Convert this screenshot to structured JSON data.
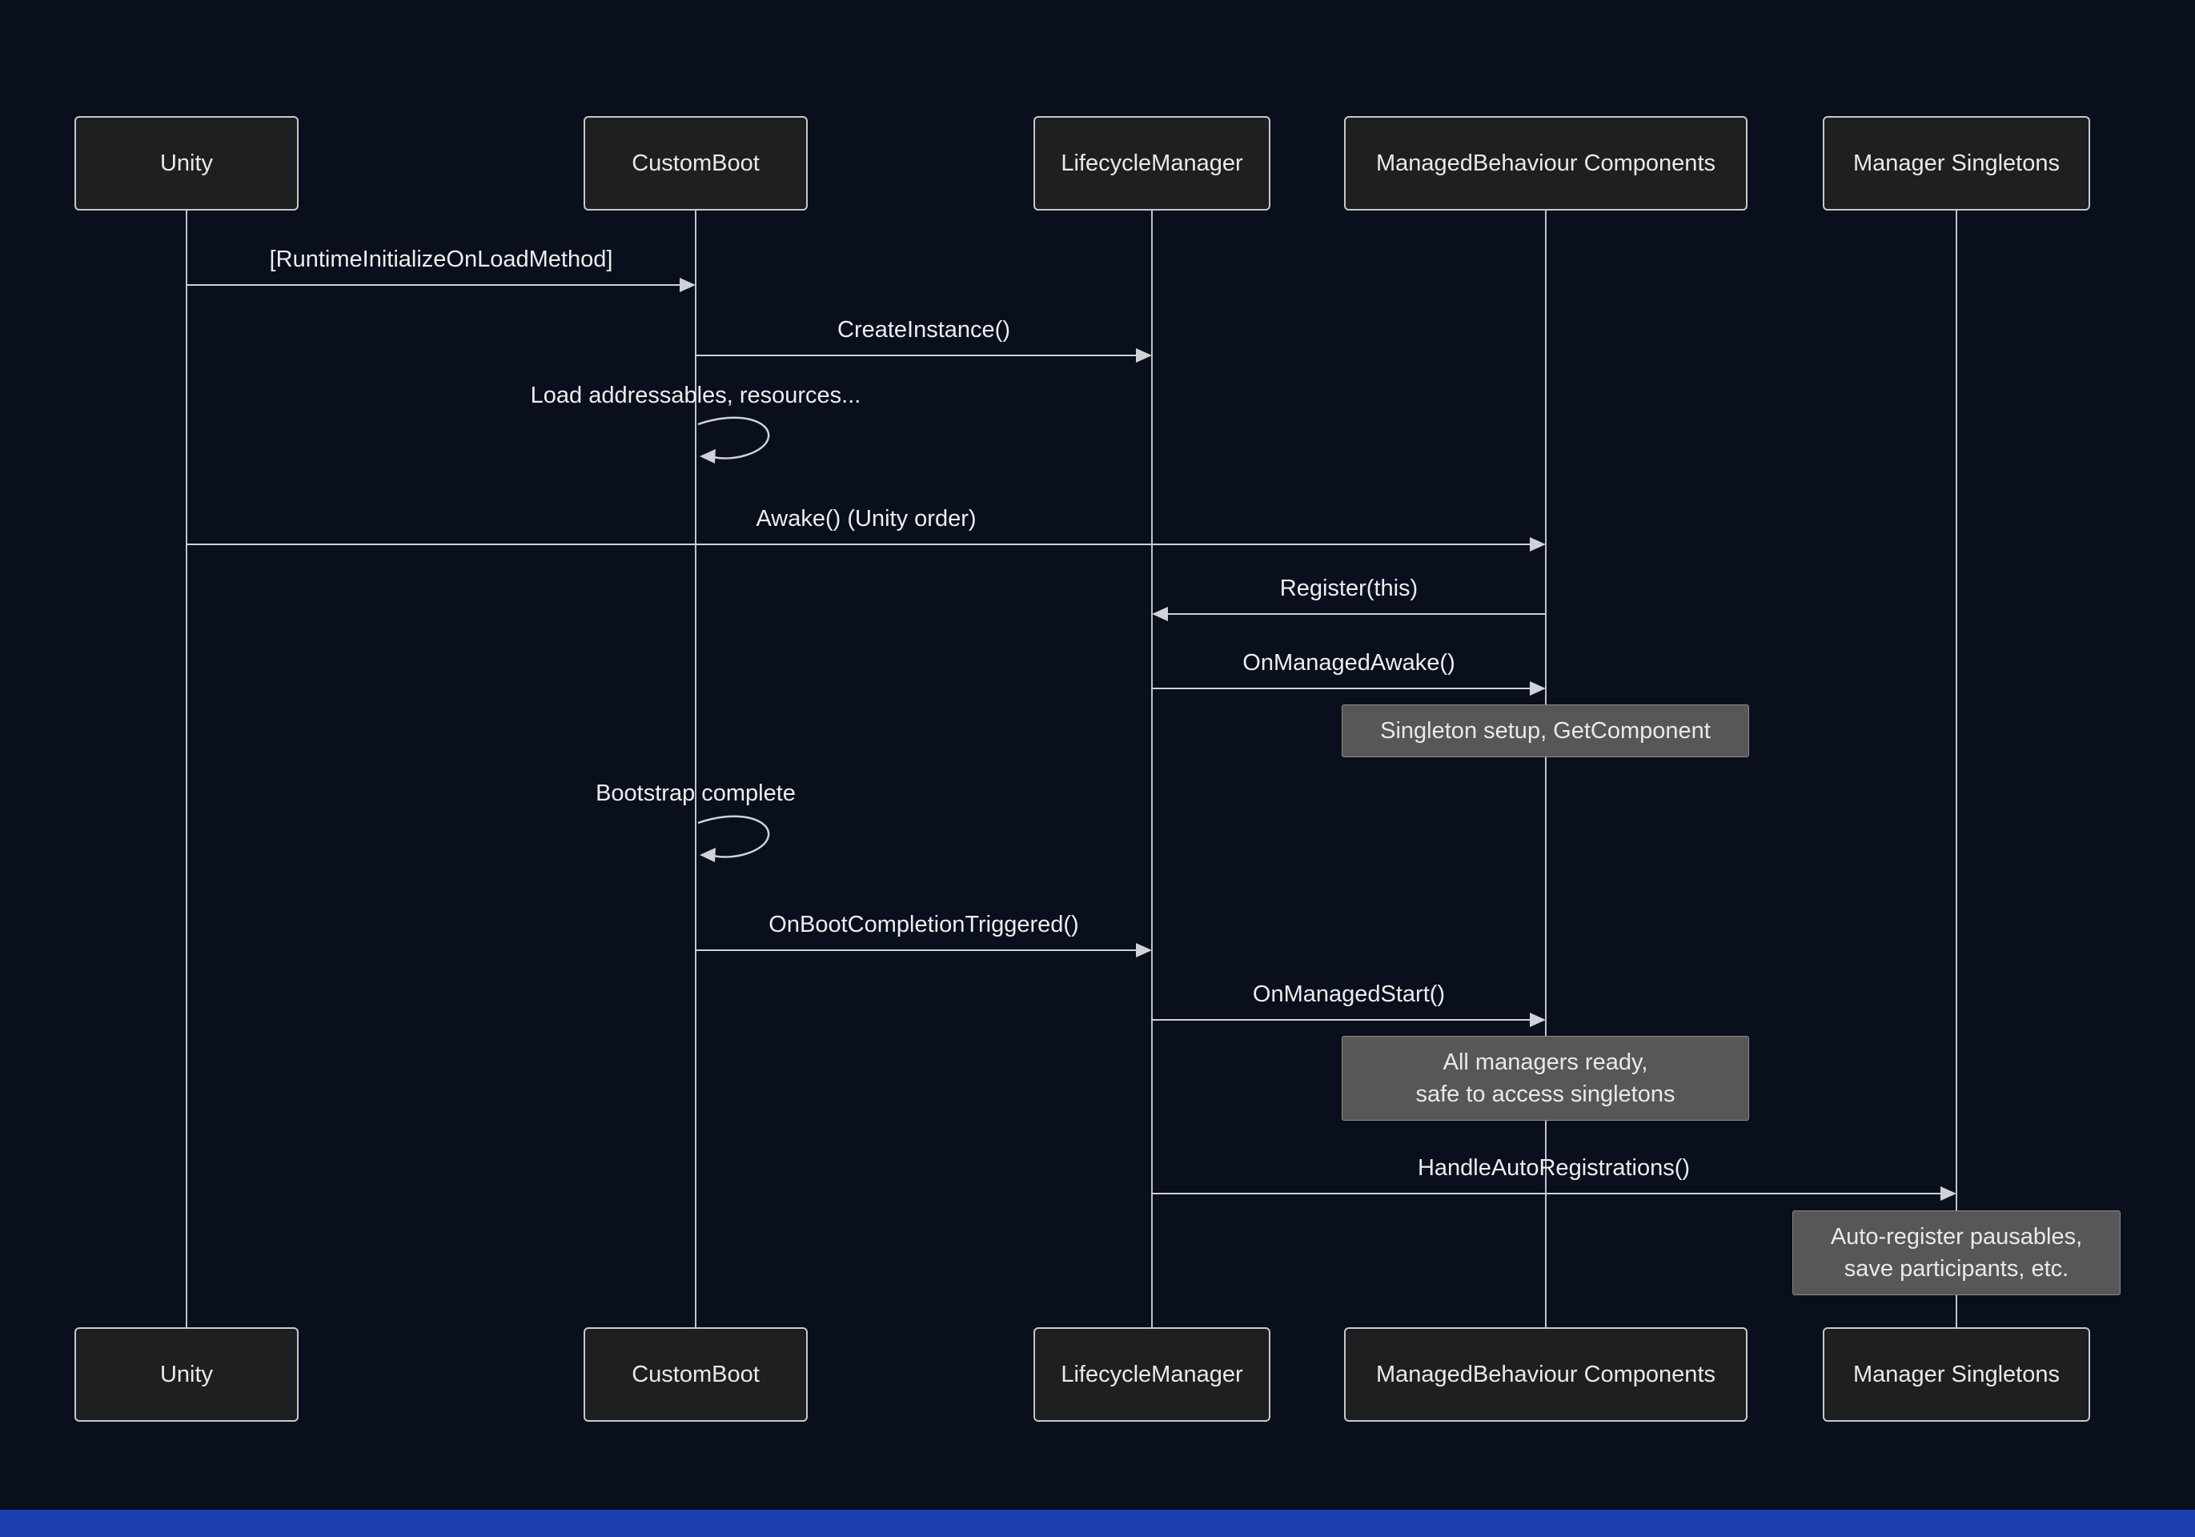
{
  "diagram": {
    "type": "sequence",
    "actors": [
      {
        "label": "Unity"
      },
      {
        "label": "CustomBoot"
      },
      {
        "label": "LifecycleManager"
      },
      {
        "label": "ManagedBehaviour Components"
      },
      {
        "label": "Manager Singletons"
      }
    ],
    "messages": [
      {
        "label": "[RuntimeInitializeOnLoadMethod]",
        "from": "Unity",
        "to": "CustomBoot",
        "type": "arrow"
      },
      {
        "label": "CreateInstance()",
        "from": "CustomBoot",
        "to": "LifecycleManager",
        "type": "arrow"
      },
      {
        "label": "Load addressables, resources...",
        "from": "CustomBoot",
        "to": "CustomBoot",
        "type": "self"
      },
      {
        "label": "Awake() (Unity order)",
        "from": "Unity",
        "to": "ManagedBehaviour Components",
        "type": "arrow"
      },
      {
        "label": "Register(this)",
        "from": "ManagedBehaviour Components",
        "to": "LifecycleManager",
        "type": "arrow"
      },
      {
        "label": "OnManagedAwake()",
        "from": "LifecycleManager",
        "to": "ManagedBehaviour Components",
        "type": "arrow"
      },
      {
        "label": "Bootstrap complete",
        "from": "CustomBoot",
        "to": "CustomBoot",
        "type": "self"
      },
      {
        "label": "OnBootCompletionTriggered()",
        "from": "CustomBoot",
        "to": "LifecycleManager",
        "type": "arrow"
      },
      {
        "label": "OnManagedStart()",
        "from": "LifecycleManager",
        "to": "ManagedBehaviour Components",
        "type": "arrow"
      },
      {
        "label": "HandleAutoRegistrations()",
        "from": "LifecycleManager",
        "to": "Manager Singletons",
        "type": "arrow"
      }
    ],
    "notes": [
      {
        "over": "ManagedBehaviour Components",
        "lines": [
          "Singleton setup, GetComponent"
        ]
      },
      {
        "over": "ManagedBehaviour Components",
        "lines": [
          "All managers ready,",
          "safe to access singletons"
        ]
      },
      {
        "over": "Manager Singletons",
        "lines": [
          "Auto-register pausables,",
          "save participants, etc."
        ]
      }
    ],
    "colors": {
      "background": "#0a0f1e",
      "actor_fill": "#1d1f20",
      "actor_border": "#c8c8c8",
      "line": "#cfd2d6",
      "note_fill": "#575757",
      "text": "#e9e9e9",
      "bottom_strip": "#1e40af"
    }
  }
}
